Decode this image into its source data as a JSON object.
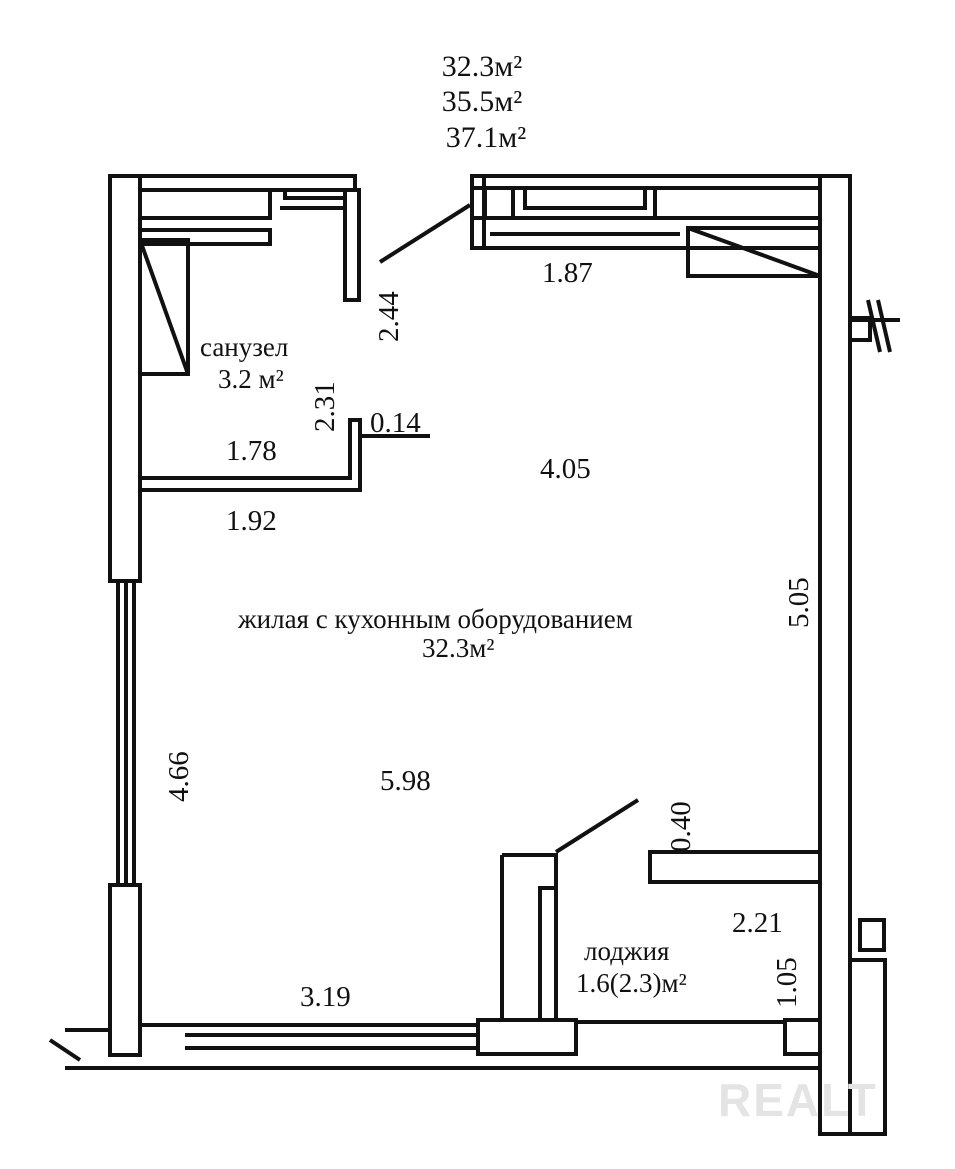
{
  "total_areas": [
    "32.3м²",
    "35.5м²",
    "37.1м²"
  ],
  "rooms": {
    "bathroom": {
      "name": "санузел",
      "area": "3.2 м²"
    },
    "living": {
      "name": "жилая с кухонным оборудованием",
      "area": "32.3м²"
    },
    "loggia": {
      "name": "лоджия",
      "area": "1.6(2.3)м²"
    }
  },
  "dimensions": {
    "d_2_44": "2.44",
    "d_1_87": "1.87",
    "d_2_31": "2.31",
    "d_0_14": "0.14",
    "d_1_78": "1.78",
    "d_4_05": "4.05",
    "d_1_92": "1.92",
    "d_5_05": "5.05",
    "d_4_66": "4.66",
    "d_5_98": "5.98",
    "d_0_40": "0.40",
    "d_2_21": "2.21",
    "d_1_05": "1.05",
    "d_3_19": "3.19"
  },
  "watermark": "REALT"
}
